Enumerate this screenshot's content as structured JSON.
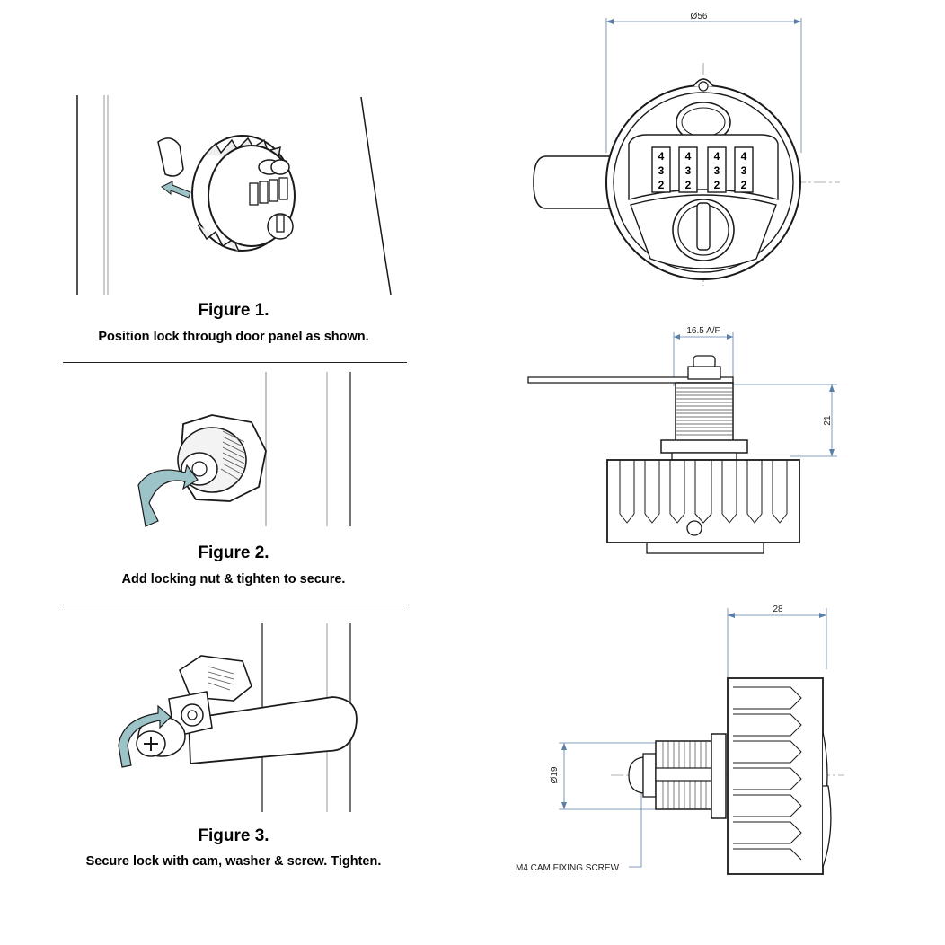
{
  "figures": [
    {
      "title": "Figure 1.",
      "caption": "Position lock through door panel as shown."
    },
    {
      "title": "Figure 2.",
      "caption": "Add locking nut & tighten to secure."
    },
    {
      "title": "Figure 3.",
      "caption": "Secure lock with  cam, washer & screw. Tighten."
    }
  ],
  "drawing": {
    "front_view": {
      "diameter_label": "Ø56",
      "digits": [
        "4",
        "3",
        "2"
      ]
    },
    "side_view": {
      "flat_label": "16.5 A/F",
      "height_label": "21"
    },
    "profile_view": {
      "depth_label": "28",
      "shaft_label": "Ø19",
      "screw_label": "M4 CAM FIXING SCREW"
    }
  },
  "colors": {
    "arrow": "#8fb8bd",
    "line": "#1a1a1a",
    "dim": "#5b7fa8"
  }
}
